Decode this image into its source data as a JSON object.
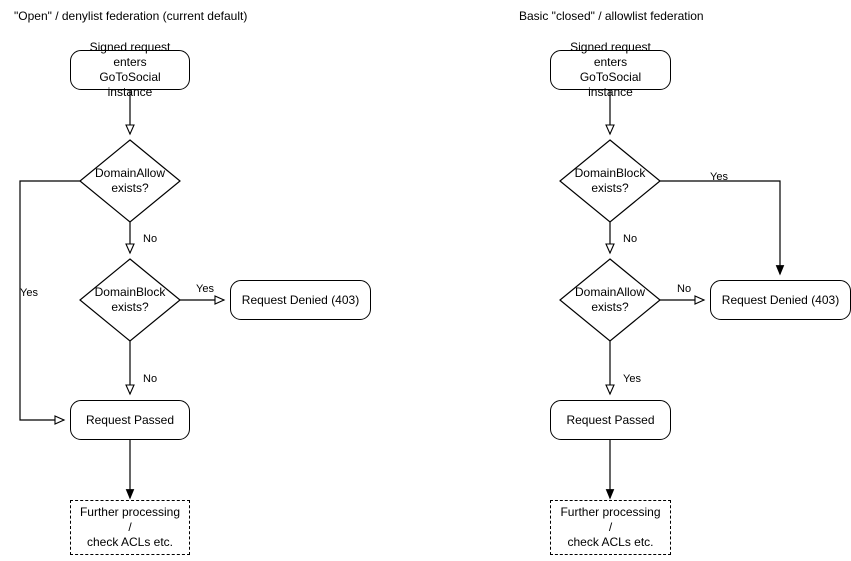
{
  "page": {
    "background": "#ffffff",
    "stroke_color": "#000000",
    "text_color": "#000000"
  },
  "diagrams": [
    {
      "id": "open-denylist",
      "title": "\"Open\" / denylist federation (current default)",
      "nodes": {
        "start": "Signed request enters\nGoToSocial instance",
        "start_line1": "Signed request enters",
        "start_line2": "GoToSocial instance",
        "decision1_line1": "DomainAllow",
        "decision1_line2": "exists?",
        "decision2_line1": "DomainBlock",
        "decision2_line2": "exists?",
        "denied": "Request Denied (403)",
        "passed": "Request Passed",
        "further_line1": "Further processing /",
        "further_line2": "check ACLs etc."
      },
      "edges": {
        "allow_yes": "Yes",
        "allow_no": "No",
        "block_yes": "Yes",
        "block_no": "No"
      }
    },
    {
      "id": "closed-allowlist",
      "title": "Basic \"closed\" / allowlist federation",
      "nodes": {
        "start_line1": "Signed request enters",
        "start_line2": "GoToSocial instance",
        "decision1_line1": "DomainBlock",
        "decision1_line2": "exists?",
        "decision2_line1": "DomainAllow",
        "decision2_line2": "exists?",
        "denied": "Request Denied (403)",
        "passed": "Request Passed",
        "further_line1": "Further processing /",
        "further_line2": "check ACLs etc."
      },
      "edges": {
        "block_yes": "Yes",
        "block_no": "No",
        "allow_no": "No",
        "allow_yes": "Yes"
      }
    }
  ]
}
